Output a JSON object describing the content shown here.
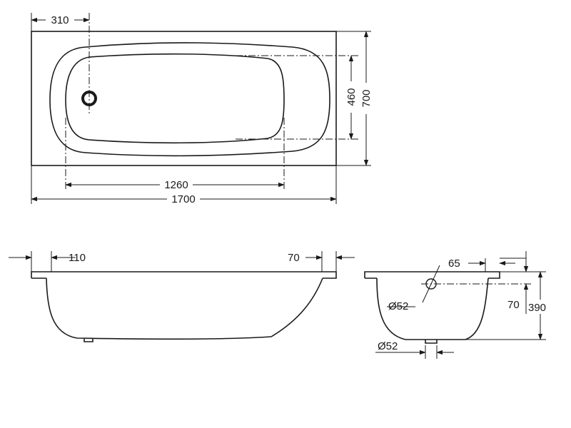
{
  "plan_view": {
    "overall_length": "1700",
    "overall_width": "700",
    "inner_length": "1260",
    "inner_width": "460",
    "drain_offset": "310"
  },
  "side_view": {
    "left_rim": "110",
    "right_rim": "70"
  },
  "end_view": {
    "rim_width": "65",
    "overflow_height": "70",
    "total_height": "390",
    "overflow_diameter": "Ø52",
    "drain_diameter": "Ø52"
  }
}
